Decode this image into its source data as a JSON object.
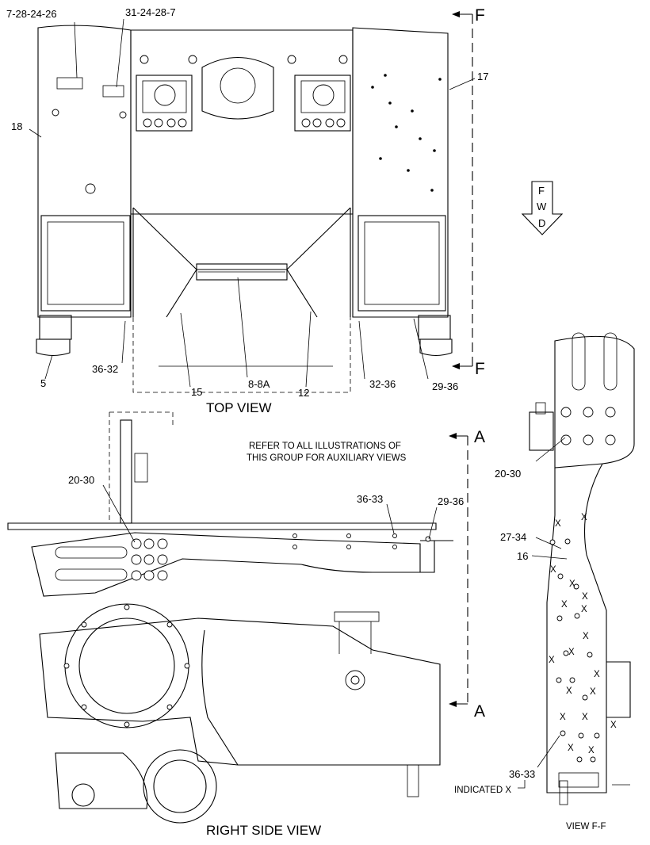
{
  "top_view": {
    "title": "TOP VIEW",
    "callouts": {
      "c1": "7-28-24-26",
      "c2": "31-24-28-7",
      "c3": "18",
      "c4": "17",
      "c5": "5",
      "c6": "36-32",
      "c7": "15",
      "c8": "8-8A",
      "c9": "12",
      "c10": "32-36",
      "c11": "29-36"
    },
    "section_letter_top": "F",
    "section_letter_bottom": "F"
  },
  "fwd_arrow": {
    "l1": "F",
    "l2": "W",
    "l3": "D"
  },
  "side_view": {
    "title": "RIGHT SIDE VIEW",
    "note_line1": "REFER TO ALL ILLUSTRATIONS OF",
    "note_line2": "THIS GROUP FOR AUXILIARY VIEWS",
    "callouts": {
      "c1": "20-30",
      "c2": "36-33",
      "c3": "29-36"
    },
    "section_letter_top": "A",
    "section_letter_bottom": "A"
  },
  "view_ff": {
    "title": "VIEW F-F",
    "callouts": {
      "c1": "20-30",
      "c2": "27-34",
      "c3": "16",
      "c4": "36-33"
    },
    "indicated": "INDICATED X",
    "x_mark": "X"
  }
}
